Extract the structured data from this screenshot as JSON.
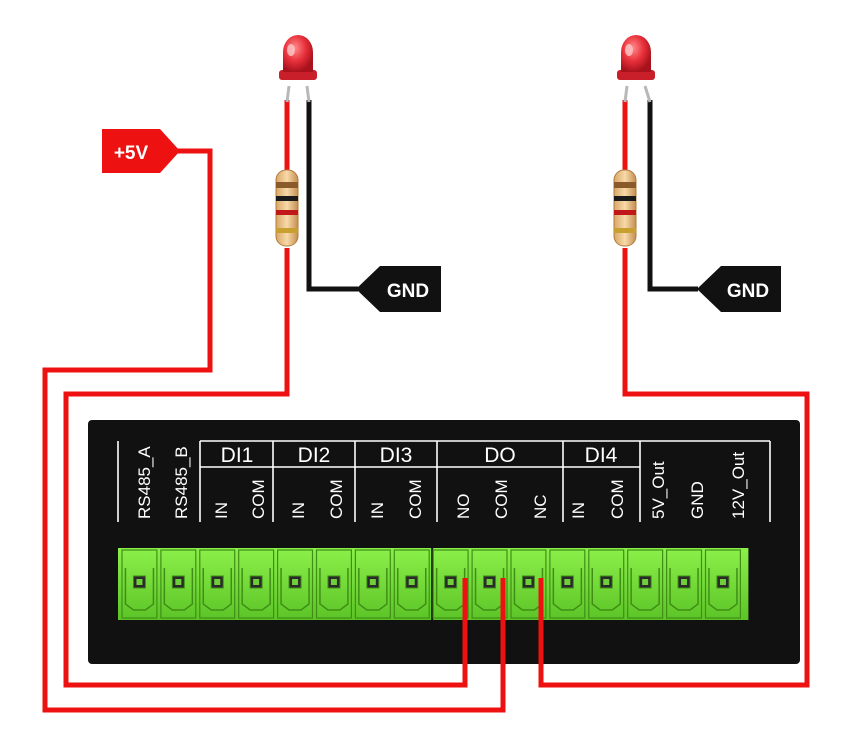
{
  "labels": {
    "vcc": "+5V",
    "gnd_left": "GND",
    "gnd_right": "GND"
  },
  "groups": [
    {
      "name": "",
      "pins": [
        "RS485_A"
      ]
    },
    {
      "name": "",
      "pins": [
        "RS485_B"
      ]
    },
    {
      "name": "DI1",
      "pins": [
        "IN",
        "COM"
      ]
    },
    {
      "name": "DI2",
      "pins": [
        "IN",
        "COM"
      ]
    },
    {
      "name": "DI3",
      "pins": [
        "IN",
        "COM"
      ]
    },
    {
      "name": "DO",
      "pins": [
        "NO",
        "COM",
        "NC"
      ]
    },
    {
      "name": "DI4",
      "pins": [
        "IN",
        "COM"
      ]
    },
    {
      "name": "",
      "pins": [
        "5V_Out"
      ]
    },
    {
      "name": "",
      "pins": [
        "GND"
      ]
    },
    {
      "name": "",
      "pins": [
        "12V_Out"
      ]
    }
  ],
  "colors": {
    "wire_red": "#ee1111",
    "wire_black": "#111111",
    "terminal_green": "#7ae03a",
    "board": "#111111",
    "led": "#e8303a"
  },
  "icons": [
    "led-icon",
    "resistor-icon",
    "terminal-block-icon"
  ]
}
